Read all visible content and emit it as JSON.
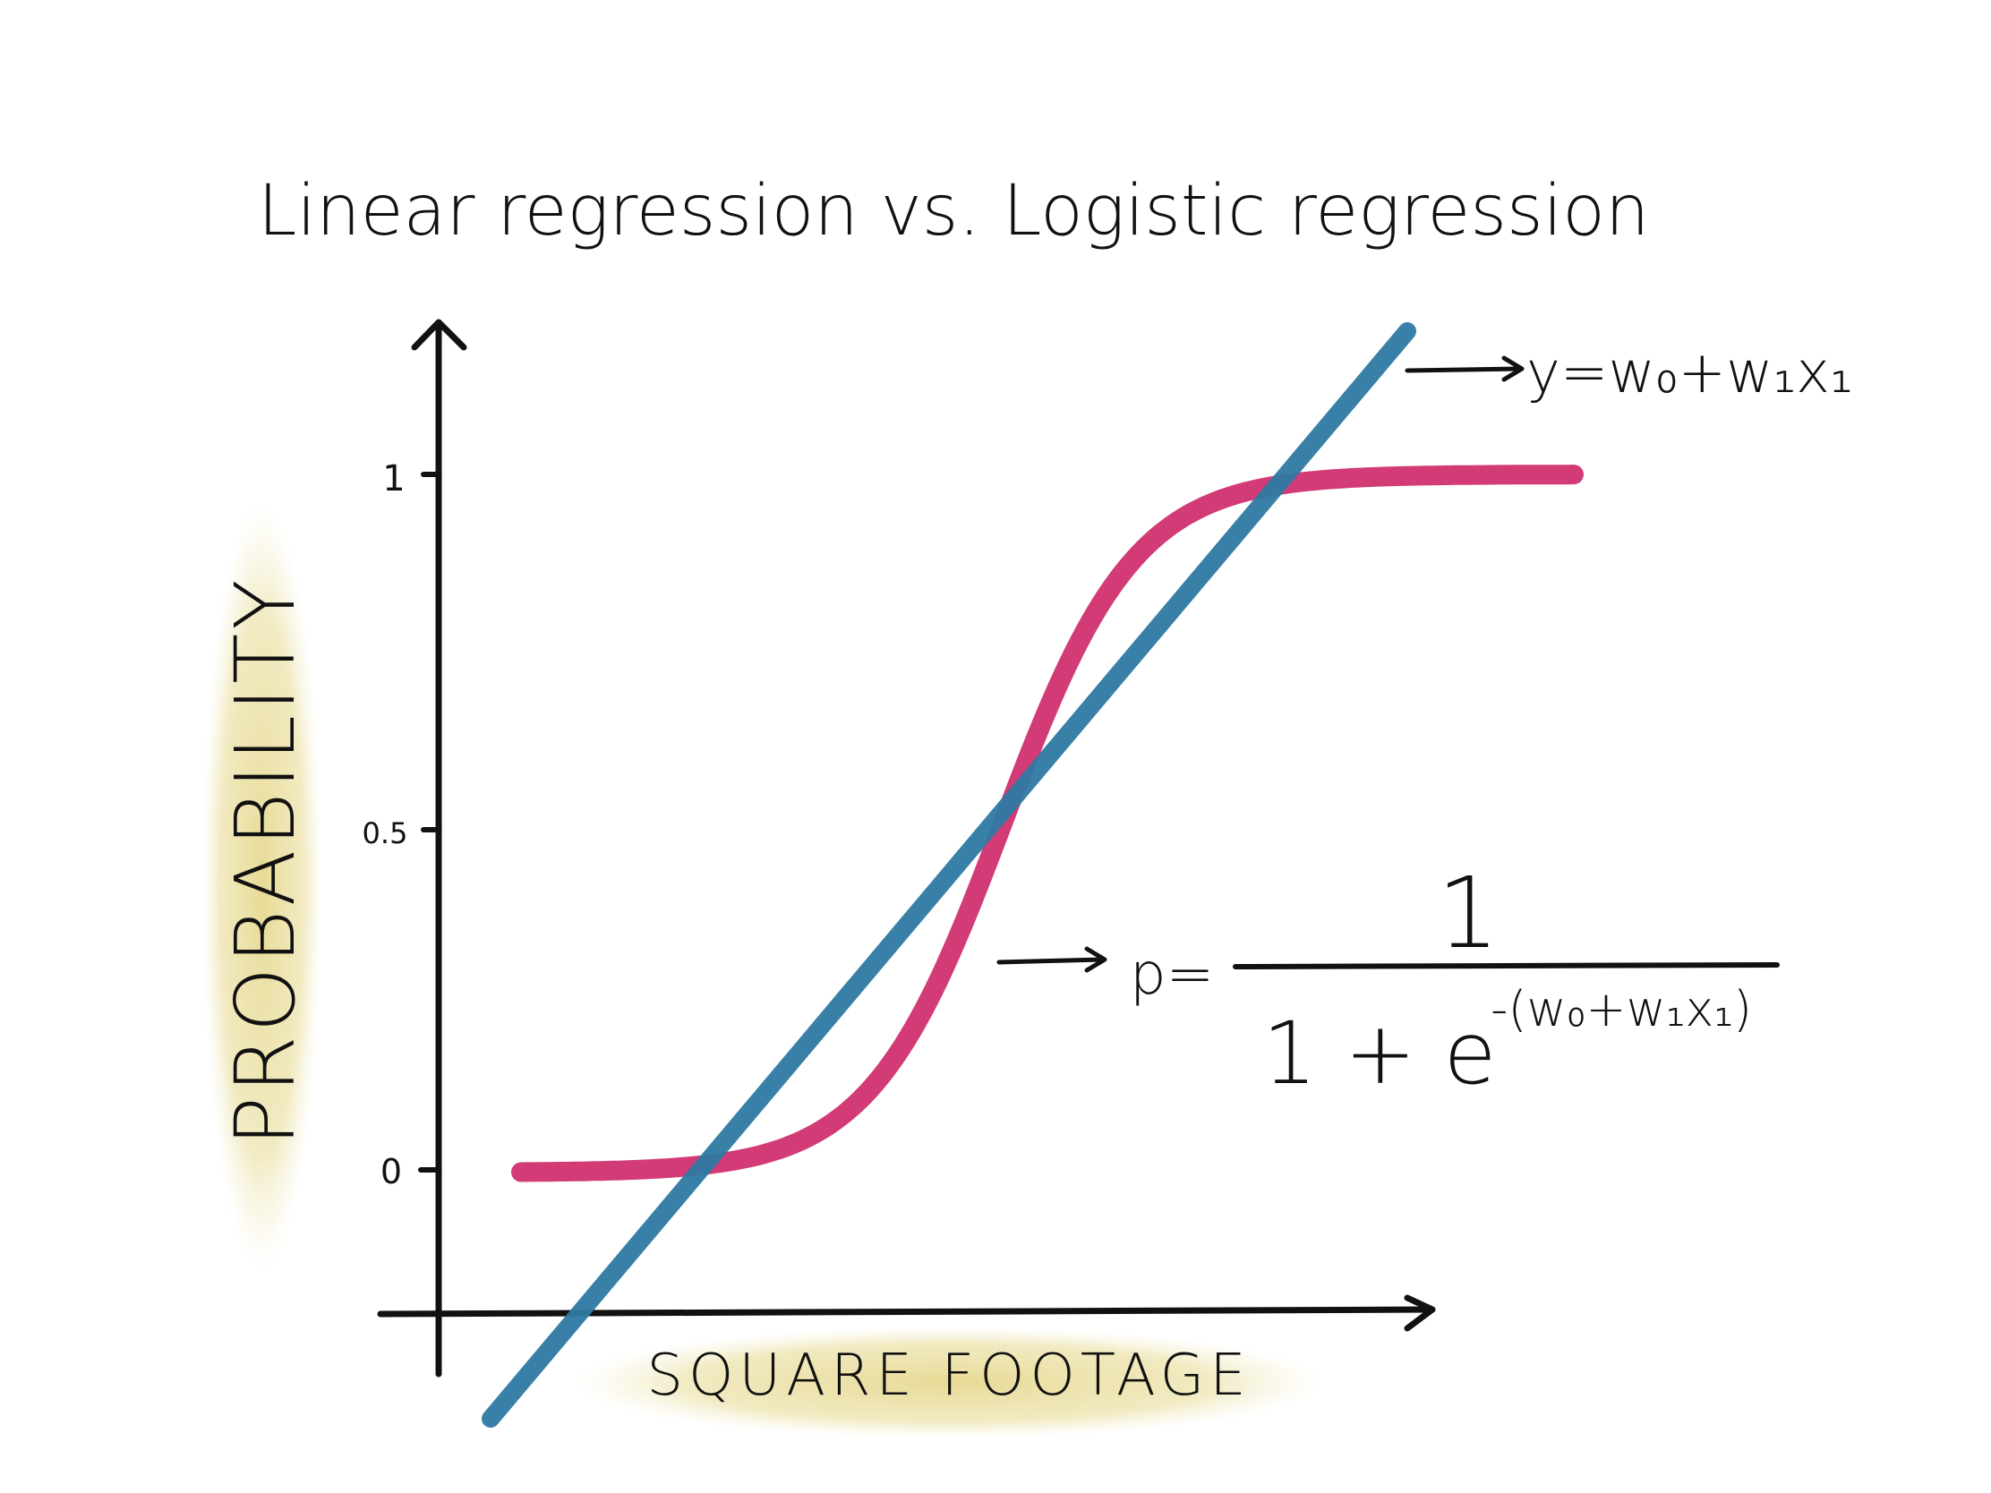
{
  "title": "Linear regression vs. Logistic regression",
  "axes": {
    "ylabel": "PROBABILITY",
    "xlabel": "SQUARE FOOTAGE",
    "yticks": [
      {
        "label": "1",
        "value": 1
      },
      {
        "label": "0.5",
        "value": 0.5
      },
      {
        "label": "0",
        "value": 0
      }
    ]
  },
  "linear_equation": "y=w₀+w₁x₁",
  "logistic_equation": {
    "lhs": "p=",
    "numerator": "1",
    "denominator_base": "1 + e",
    "exponent": "-(w₀+w₁x₁)"
  },
  "colors": {
    "linear_line": "#2e7aa3",
    "logistic_curve": "#d1306f",
    "label_highlight": "#e8dc9c",
    "ink": "#111111"
  }
}
